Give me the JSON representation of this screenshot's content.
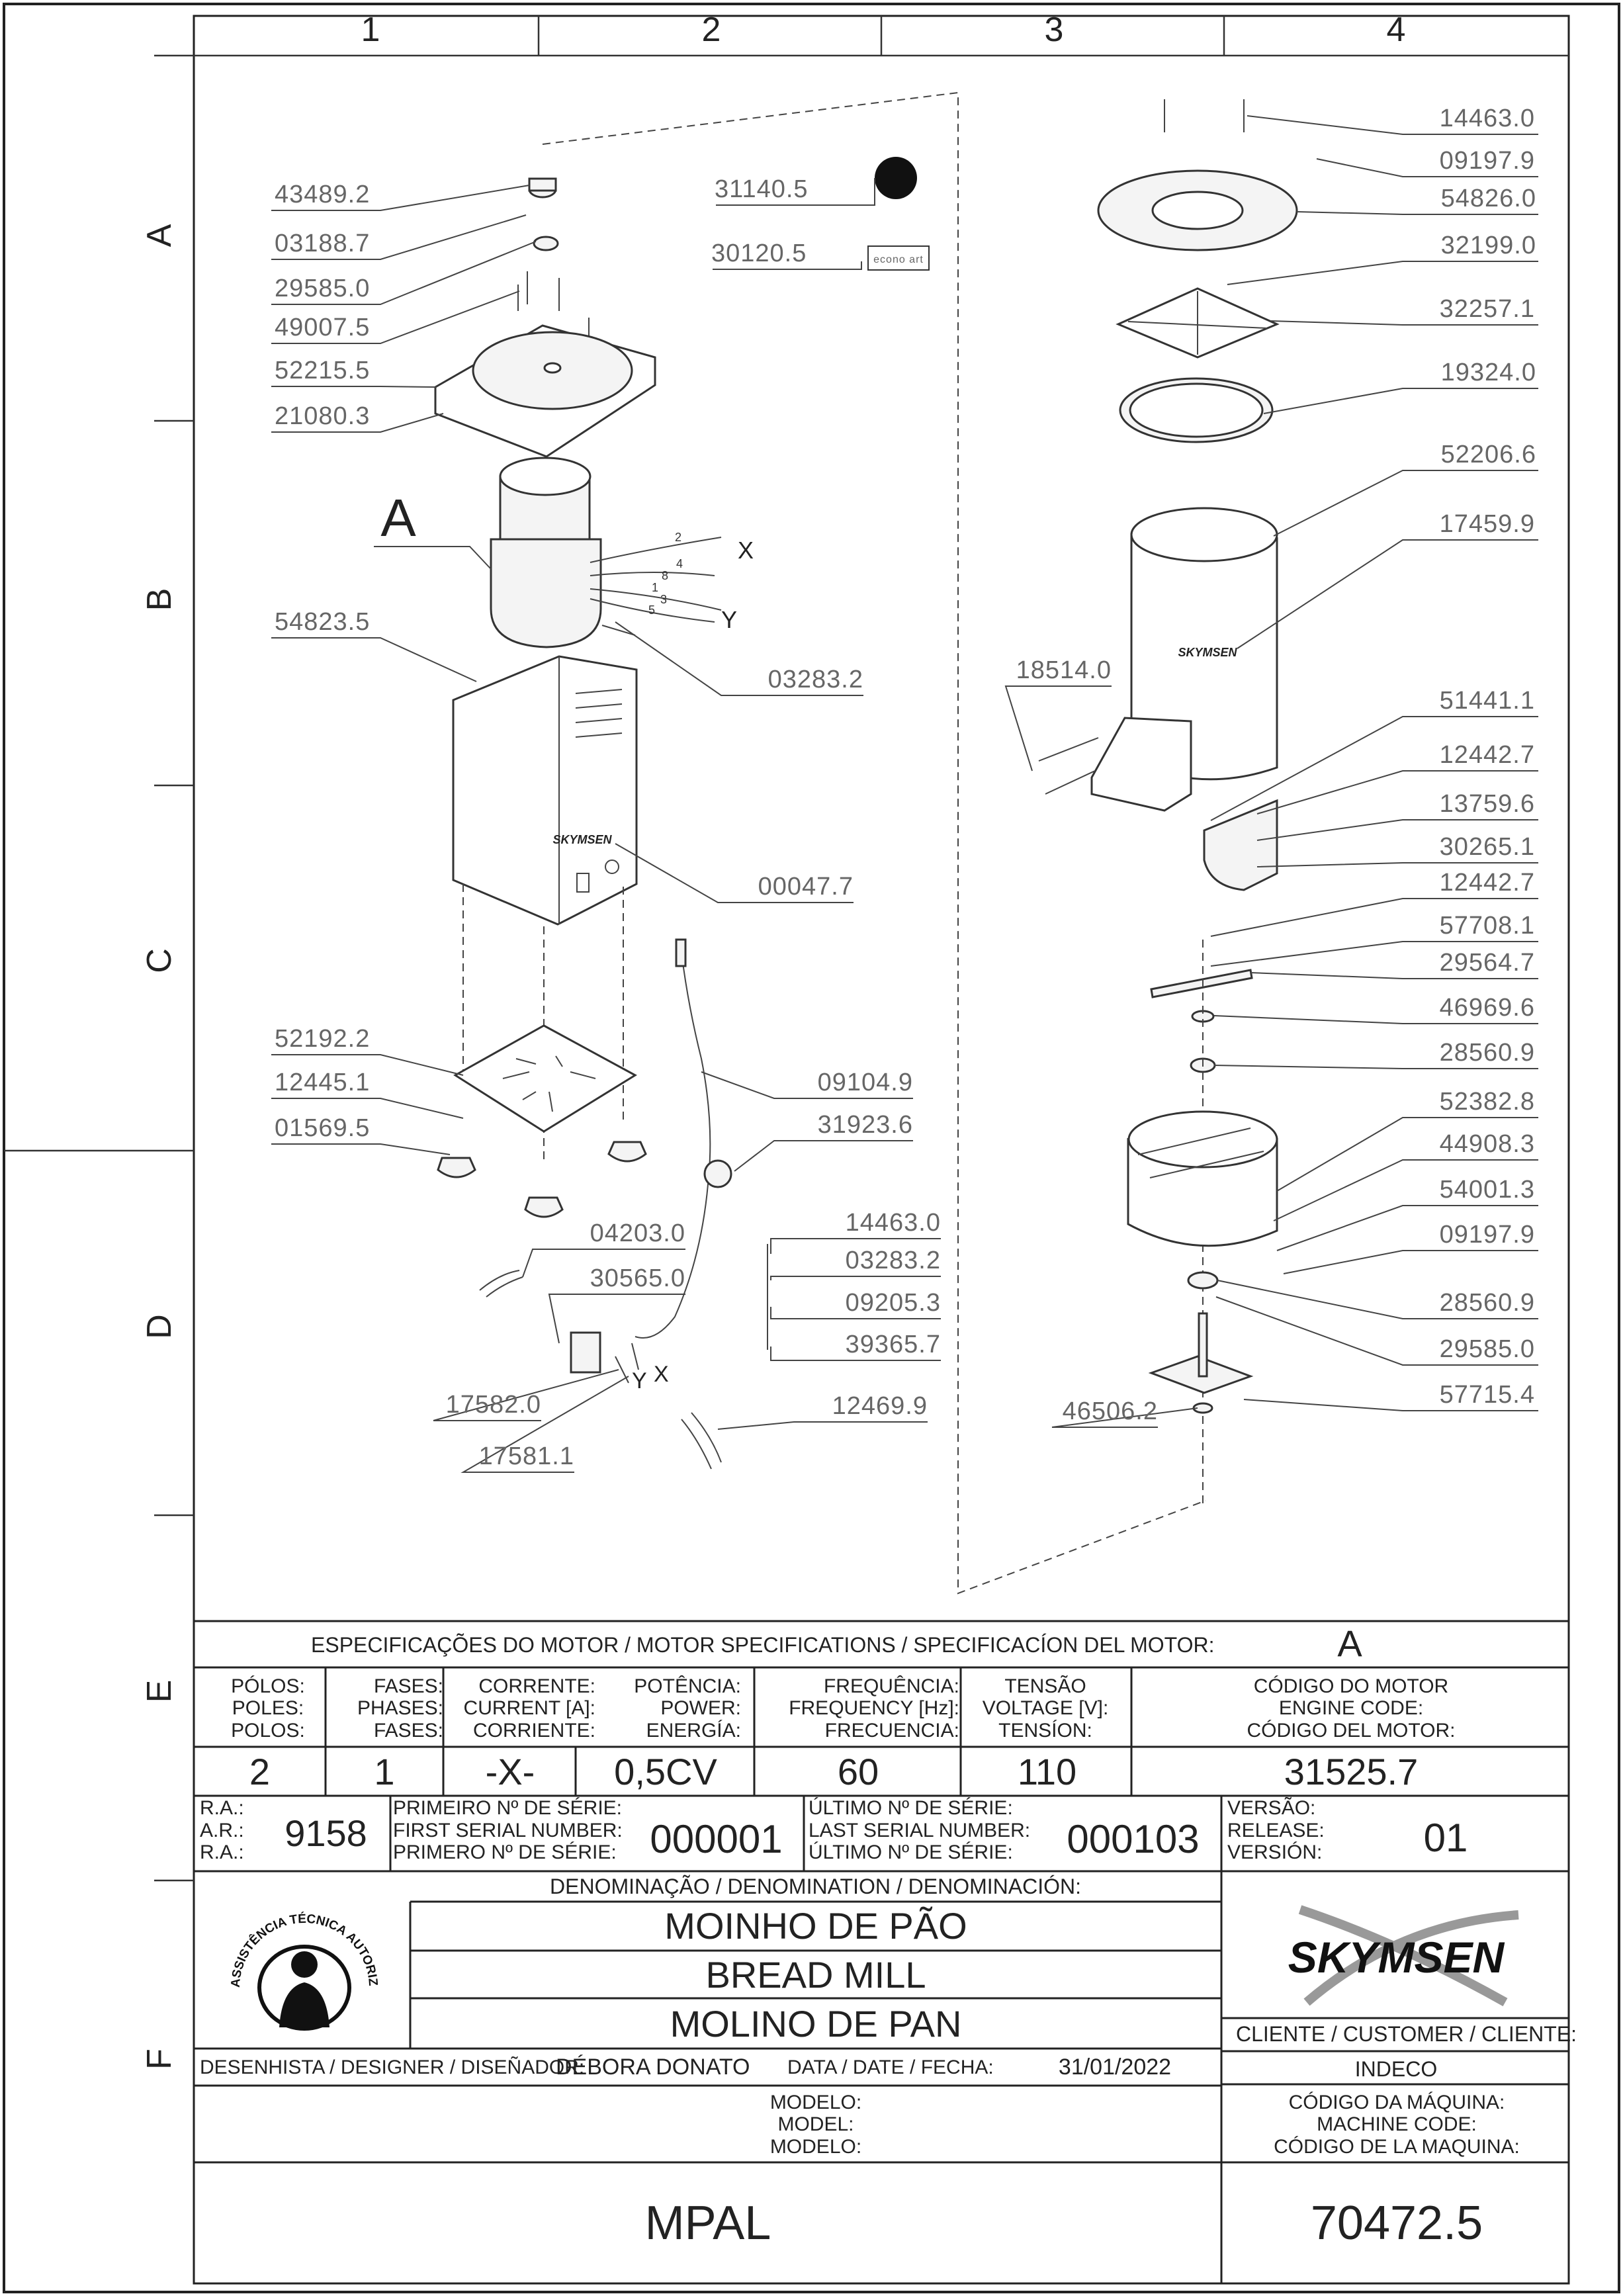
{
  "grid": {
    "columns": [
      "1",
      "2",
      "3",
      "4"
    ],
    "rows": [
      "A",
      "B",
      "C",
      "D",
      "E",
      "F"
    ]
  },
  "assembly_a": {
    "label": "A",
    "wire_x": "X",
    "wire_y": "Y",
    "wire_numbers": [
      "2",
      "4",
      "8",
      "1",
      "3",
      "5"
    ]
  },
  "parts_left": [
    "43489.2",
    "03188.7",
    "29585.0",
    "49007.5",
    "52215.5",
    "21080.3",
    "54823.5",
    "03283.2",
    "00047.7",
    "52192.2",
    "12445.1",
    "01569.5",
    "09104.9",
    "31923.6",
    "04203.0",
    "30565.0",
    "14463.0",
    "03283.2",
    "09205.3",
    "39365.7",
    "17582.0",
    "17581.1",
    "12469.9"
  ],
  "parts_misc": [
    "31140.5",
    "30120.5"
  ],
  "econo_label": "econo art",
  "wire_marks": [
    "Y",
    "X"
  ],
  "parts_right": [
    "14463.0",
    "09197.9",
    "54826.0",
    "32199.0",
    "32257.1",
    "19324.0",
    "52206.6",
    "17459.9",
    "18514.0",
    "51441.1",
    "12442.7",
    "13759.6",
    "30265.1",
    "12442.7",
    "57708.1",
    "29564.7",
    "46969.6",
    "28560.9",
    "52382.8",
    "44908.3",
    "54001.3",
    "09197.9",
    "28560.9",
    "29585.0",
    "57715.4",
    "46506.2"
  ],
  "body_logo": "SKYMSEN",
  "specs": {
    "title": "ESPECIFICAÇÕES DO MOTOR / MOTOR SPECIFICATIONS / SPECIFICACÍON DEL MOTOR:",
    "motor_letter": "A",
    "headers": [
      [
        "PÓLOS:",
        "POLES:",
        "POLOS:"
      ],
      [
        "FASES:",
        "PHASES:",
        "FASES:"
      ],
      [
        "CORRENTE:",
        "CURRENT [A]:",
        "CORRIENTE:"
      ],
      [
        "POTÊNCIA:",
        "POWER:",
        "ENERGÍA:"
      ],
      [
        "FREQUÊNCIA:",
        "FREQUENCY [Hz]:",
        "FRECUENCIA:"
      ],
      [
        "TENSÃO",
        "VOLTAGE [V]:",
        "TENSÍON:"
      ],
      [
        "CÓDIGO DO MOTOR",
        "ENGINE CODE:",
        "CÓDIGO DEL MOTOR:"
      ]
    ],
    "values": [
      "2",
      "1",
      "-X-",
      "0,5CV",
      "60",
      "110",
      "31525.7"
    ]
  },
  "ra": {
    "labels": [
      "R.A.:",
      "A.R.:",
      "R.A.:"
    ],
    "value": "9158"
  },
  "first_serial": {
    "labels": [
      "PRIMEIRO Nº DE SÉRIE:",
      "FIRST SERIAL NUMBER:",
      "PRIMERO Nº DE SÉRIE:"
    ],
    "value": "000001"
  },
  "last_serial": {
    "labels": [
      "ÚLTIMO Nº DE SÉRIE:",
      "LAST SERIAL NUMBER:",
      "ÚLTIMO Nº DE SÉRIE:"
    ],
    "value": "000103"
  },
  "version": {
    "labels": [
      "VERSÃO:",
      "RELEASE:",
      "VERSIÓN:"
    ],
    "value": "01"
  },
  "denomination": {
    "label": "DENOMINAÇÃO / DENOMINATION / DENOMINACIÓN:",
    "names": [
      "MOINHO DE PÃO",
      "BREAD MILL",
      "MOLINO DE PAN"
    ]
  },
  "seal": {
    "text": "ASSISTÊNCIA TÉCNICA AUTORIZADA"
  },
  "brand": "SKYMSEN",
  "client": {
    "label": "CLIENTE / CUSTOMER / CLIENTE:",
    "value": "INDECO"
  },
  "designer": {
    "label": "DESENHISTA / DESIGNER / DISEÑADOR:",
    "value": "DÉBORA DONATO"
  },
  "date": {
    "label": "DATA / DATE / FECHA:",
    "value": "31/01/2022"
  },
  "model": {
    "labels": [
      "MODELO:",
      "MODEL:",
      "MODELO:"
    ],
    "value": "MPAL"
  },
  "machine_code": {
    "labels": [
      "CÓDIGO DA MÁQUINA:",
      "MACHINE CODE:",
      "CÓDIGO DE LA MAQUINA:"
    ],
    "value": "70472.5"
  }
}
